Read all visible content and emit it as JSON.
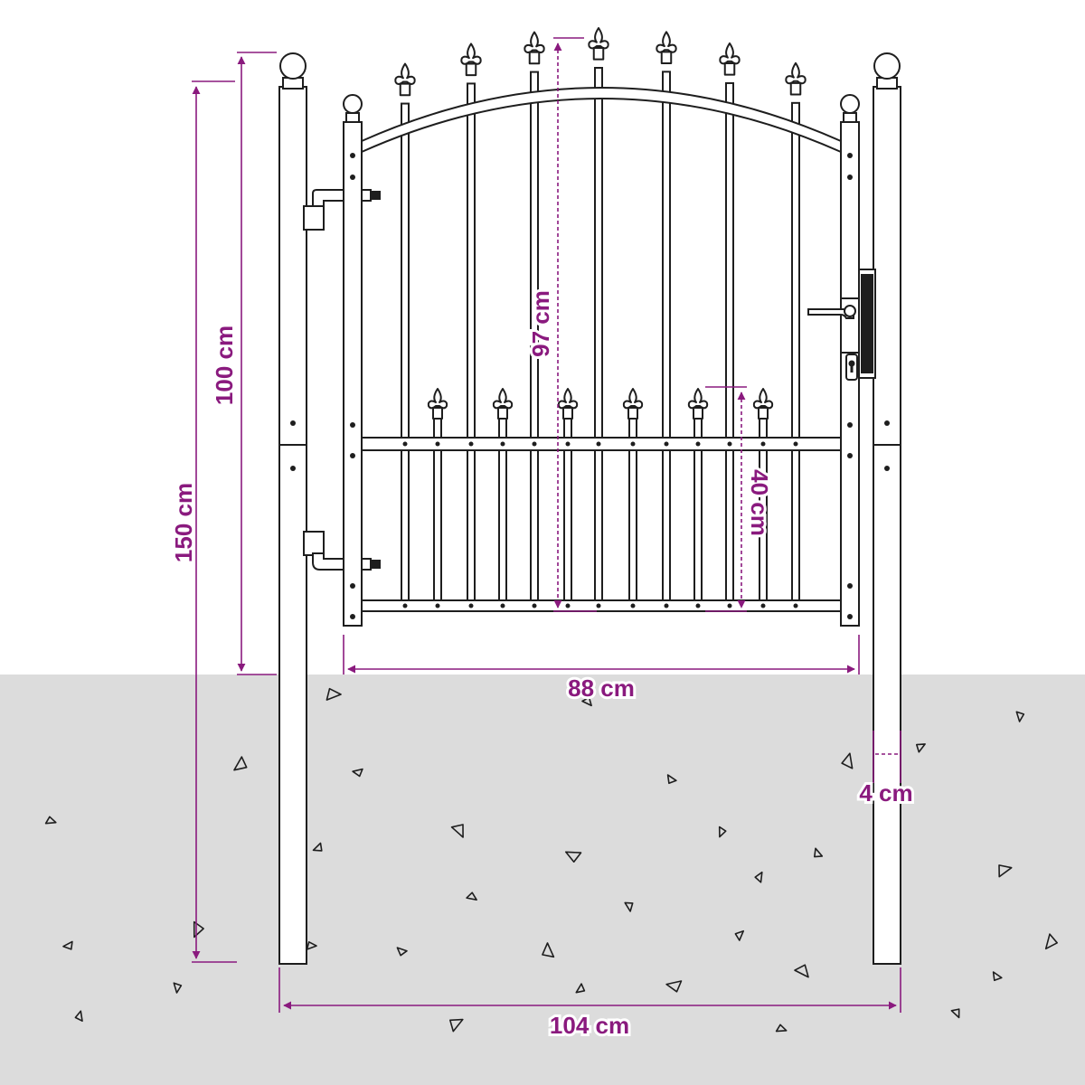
{
  "colors": {
    "dimension": "#8a1a7e",
    "ground": "#dcdcdc",
    "line": "#1e1e1e",
    "background": "#ffffff"
  },
  "dimensions": {
    "total_post_height": "150 cm",
    "above_ground_height": "100 cm",
    "gate_height": "97 cm",
    "lower_panel_height": "40 cm",
    "gate_width": "88 cm",
    "total_width": "104 cm",
    "post_width": "4 cm"
  }
}
